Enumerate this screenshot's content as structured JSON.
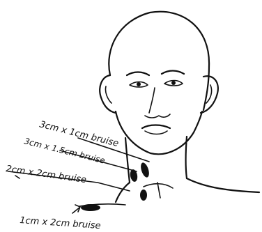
{
  "annotations": {
    "bruise_1": "3cm x 1cm bruise",
    "bruise_2": "3cm x 1.5cm bruise",
    "bruise_3": "2cm x 2cm bruise",
    "bruise_4": "1cm x 2cm bruise"
  },
  "colors": {
    "ink": "#111111",
    "background": "#ffffff"
  }
}
